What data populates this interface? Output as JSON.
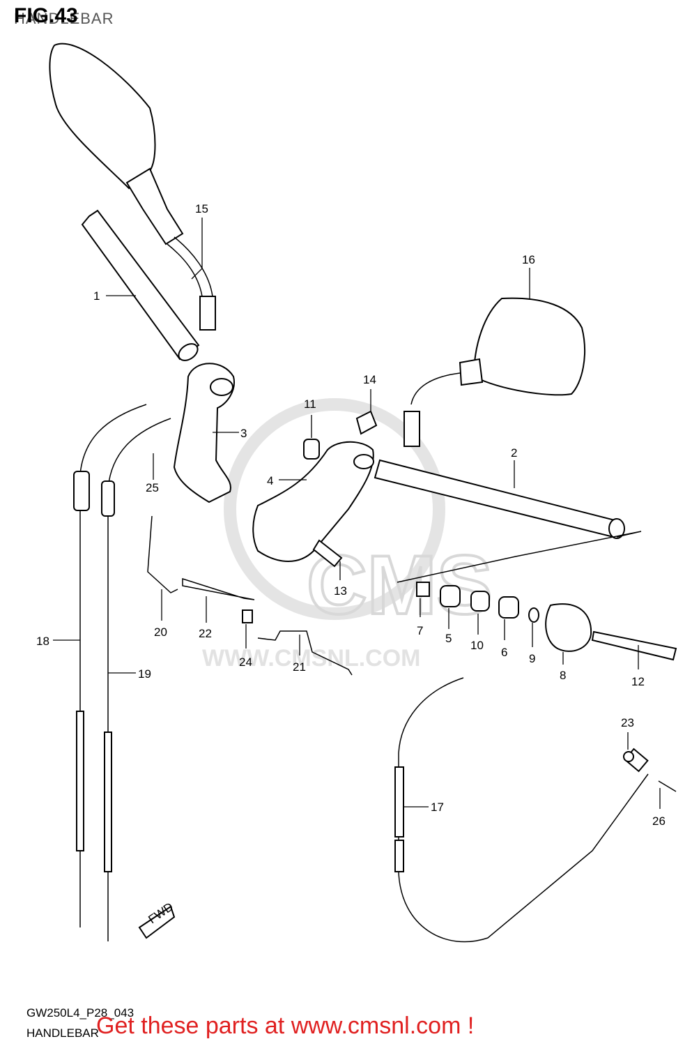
{
  "header": {
    "subtitle": "HANDLEBAR",
    "figure": "FIG.43"
  },
  "watermark": {
    "brand": "CMS",
    "url": "WWW.CMSNL.COM"
  },
  "labels": {
    "p1": "1",
    "p2": "2",
    "p3": "3",
    "p4": "4",
    "p5": "5",
    "p6": "6",
    "p7": "7",
    "p8": "8",
    "p9": "9",
    "p10": "10",
    "p11": "11",
    "p12": "12",
    "p13": "13",
    "p14": "14",
    "p15": "15",
    "p16": "16",
    "p17": "17",
    "p18": "18",
    "p19": "19",
    "p20": "20",
    "p21": "21",
    "p22": "22",
    "p23": "23",
    "p24": "24",
    "p25": "25",
    "p26": "26"
  },
  "fwd_arrow": "FWD",
  "footer": {
    "code": "GW250L4_P28_043",
    "name": "HANDLEBAR",
    "cta": "Get these parts at www.cmsnl.com !"
  },
  "colors": {
    "cta": "#e02020",
    "watermark": "#d8d8d8"
  }
}
